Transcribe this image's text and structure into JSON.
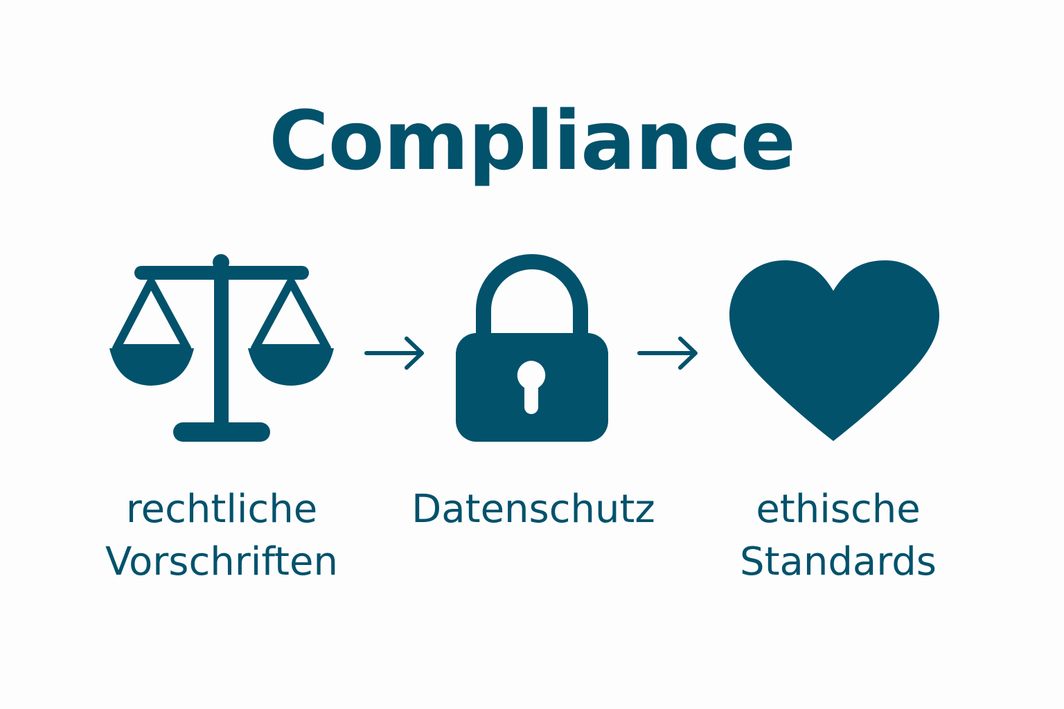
{
  "title": "Compliance",
  "colors": {
    "primary": "#02526c",
    "background": "#fdfdfd"
  },
  "steps": [
    {
      "icon": "scales-of-justice-icon",
      "label": "rechtliche\nVorschriften"
    },
    {
      "icon": "padlock-icon",
      "label": "Datenschutz"
    },
    {
      "icon": "heart-icon",
      "label": "ethische\nStandards"
    }
  ],
  "connectors": [
    {
      "icon": "arrow-right-icon"
    },
    {
      "icon": "arrow-right-icon"
    }
  ]
}
